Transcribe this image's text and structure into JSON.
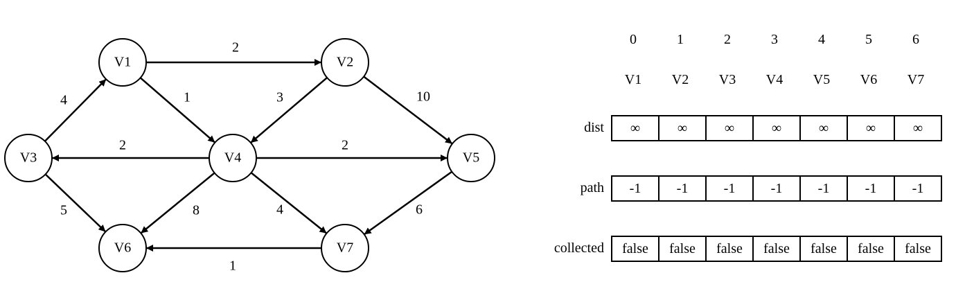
{
  "graph": {
    "nodes": [
      {
        "id": "V1",
        "label": "V1"
      },
      {
        "id": "V2",
        "label": "V2"
      },
      {
        "id": "V3",
        "label": "V3"
      },
      {
        "id": "V4",
        "label": "V4"
      },
      {
        "id": "V5",
        "label": "V5"
      },
      {
        "id": "V6",
        "label": "V6"
      },
      {
        "id": "V7",
        "label": "V7"
      }
    ],
    "edges": [
      {
        "from": "V1",
        "to": "V2",
        "weight": "2"
      },
      {
        "from": "V1",
        "to": "V4",
        "weight": "1"
      },
      {
        "from": "V3",
        "to": "V1",
        "weight": "4"
      },
      {
        "from": "V2",
        "to": "V4",
        "weight": "3"
      },
      {
        "from": "V2",
        "to": "V5",
        "weight": "10"
      },
      {
        "from": "V4",
        "to": "V3",
        "weight": "2"
      },
      {
        "from": "V4",
        "to": "V5",
        "weight": "2"
      },
      {
        "from": "V3",
        "to": "V6",
        "weight": "5"
      },
      {
        "from": "V4",
        "to": "V6",
        "weight": "8"
      },
      {
        "from": "V4",
        "to": "V7",
        "weight": "4"
      },
      {
        "from": "V5",
        "to": "V7",
        "weight": "6"
      },
      {
        "from": "V7",
        "to": "V6",
        "weight": "1"
      }
    ]
  },
  "table": {
    "indices": [
      "0",
      "1",
      "2",
      "3",
      "4",
      "5",
      "6"
    ],
    "vertices": [
      "V1",
      "V2",
      "V3",
      "V4",
      "V5",
      "V6",
      "V7"
    ],
    "rows": [
      {
        "label": "dist",
        "values": [
          "∞",
          "∞",
          "∞",
          "∞",
          "∞",
          "∞",
          "∞"
        ]
      },
      {
        "label": "path",
        "values": [
          "-1",
          "-1",
          "-1",
          "-1",
          "-1",
          "-1",
          "-1"
        ]
      },
      {
        "label": "collected",
        "values": [
          "false",
          "false",
          "false",
          "false",
          "false",
          "false",
          "false"
        ]
      }
    ]
  }
}
